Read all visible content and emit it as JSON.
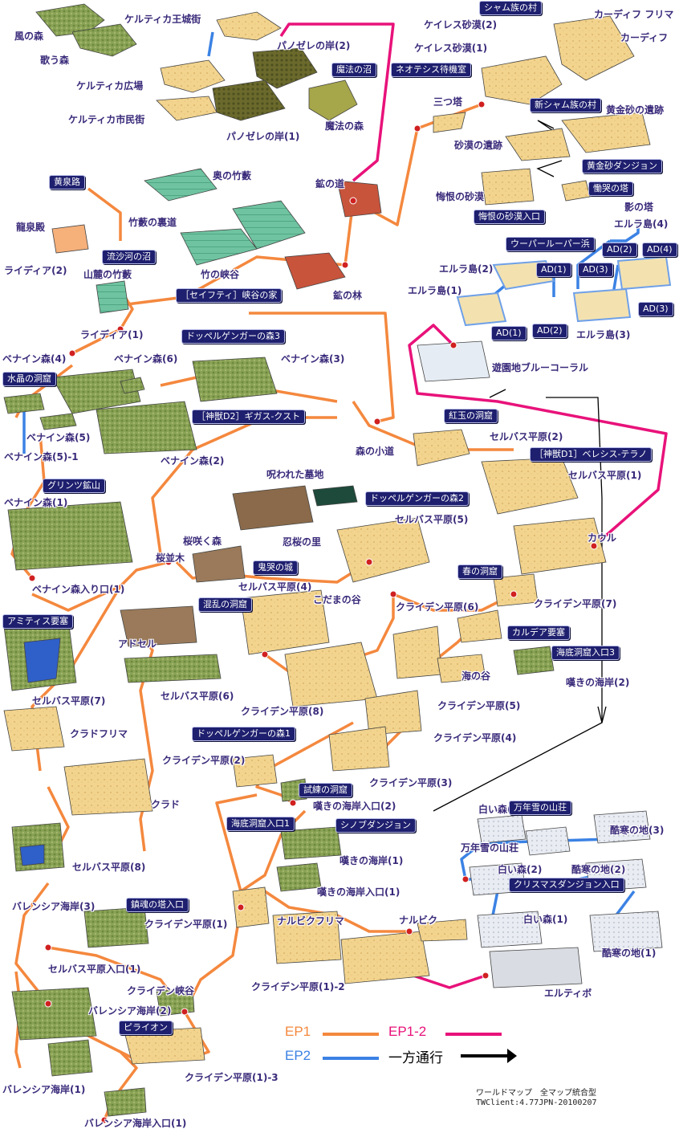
{
  "colors": {
    "ep1": "#f4883e",
    "ep12": "#e8127a",
    "ep2": "#3b82e4",
    "oneway": "#000000",
    "forest": "#8aa256",
    "forestDark": "#5e7a34",
    "sand": "#f2d48e",
    "sandDark": "#c9a25a",
    "bamboo": "#6fc3a0",
    "red": "#c8543c",
    "snow": "#e2e6ee",
    "island": "#f3e2b0",
    "water": "#3a6fd0"
  },
  "labels": {
    "a1": "風の森",
    "a2": "歌う森",
    "a3": "ケルティカ王城街",
    "a4": "ケルティカ広場",
    "a5": "ケルティカ市民街",
    "a6": "パノゼレの岸(2)",
    "a7": "パノゼレの岸(1)",
    "a8": "魔法の森",
    "a9": "ケイレス砂漠(2)",
    "a10": "ケイレス砂漠(1)",
    "a11": "カーディフ フリマ",
    "a12": "カーディフ",
    "a13": "三つ塔",
    "a14": "砂漠の遺跡",
    "a15": "黄金砂の遺跡",
    "a16": "悔恨の砂漠",
    "a17": "影の塔",
    "a18": "エルラ島(4)",
    "a19": "奥の竹藪",
    "a20": "竹藪の裏道",
    "a21": "龍泉殿",
    "a22": "山麓の竹藪",
    "a23": "竹の峡谷",
    "a24": "鉱の道",
    "a25": "鉱の林",
    "a26": "ライディア(2)",
    "a27": "ライディア(1)",
    "a28": "エルラ島(2)",
    "a29": "エルラ島(1)",
    "a30": "エルラ島(3)",
    "a31": "遊園地ブルーコーラル",
    "a32": "ベナイン森(4)",
    "a33": "ベナイン森(6)",
    "a34": "ベナイン森(3)",
    "a35": "ベナイン森(5)",
    "a36": "ベナイン森(5)-1",
    "a37": "ベナイン森(2)",
    "a38": "森の小道",
    "a39": "セルバス平原(2)",
    "a40": "セルバス平原(1)",
    "a41": "ベナイン森(1)",
    "a42": "呪われた墓地",
    "a43": "セルバス平原(5)",
    "a44": "桜咲く森",
    "a45": "忍桜の里",
    "a46": "桜並木",
    "a47": "セルバス平原(4)",
    "a48": "カウル",
    "a49": "ベナイン森入り口(1)",
    "a50": "こだまの谷",
    "a51": "アドセル",
    "a52": "クライデン平原(6)",
    "a53": "クライデン平原(7)",
    "a54": "セルバス平原(6)",
    "a55": "海の谷",
    "a56": "嘆きの海岸(2)",
    "a57": "セルバス平原(7)",
    "a58": "クライデン平原(8)",
    "a59": "クライデン平原(5)",
    "a60": "クラドフリマ",
    "a61": "クライデン平原(4)",
    "a62": "クライデン平原(2)",
    "a63": "クライデン平原(3)",
    "a64": "クラド",
    "a65": "嘆きの海岸入口(2)",
    "a66": "白い森(3)",
    "a67": "酷寒の地(3)",
    "a68": "万年雪の山荘",
    "a69": "嘆きの海岸(1)",
    "a70": "セルバス平原(8)",
    "a71": "白い森(2)",
    "a72": "酷寒の地(2)",
    "a73": "嘆きの海岸入口(1)",
    "a74": "バレンシア海岸(3)",
    "a75": "クライデン平原(1)",
    "a76": "ナルビク",
    "a77": "ナルビクフリマ",
    "a78": "白い森(1)",
    "a79": "酷寒の地(1)",
    "a80": "セルバス平原入口(1)",
    "a81": "クライデン平原(1)-2",
    "a82": "エルティボ",
    "a83": "クライデン峡谷",
    "a84": "バレンシア海岸(2)",
    "a85": "クライデン平原(1)-3",
    "a86": "バレンシア海岸(1)",
    "a87": "バレンシア海岸入口(1)"
  },
  "boxes": {
    "b1": "シャム族の村",
    "b2": "魔法の沼",
    "b3": "ネオテシス待機室",
    "b4": "新シャム族の村",
    "b5": "黄金砂ダンジョン",
    "b6": "慟哭の塔",
    "b7": "悔恨の砂漠入口",
    "b8": "黄泉路",
    "b9": "流沙河の沼",
    "b10": "［セイフティ］峡谷の家",
    "b11": "ウーパールーパー浜",
    "b12": "AD(1)",
    "b13": "AD(3)",
    "b14": "AD(2)",
    "b15": "AD(4)",
    "b16": "AD(3)",
    "b17": "AD(1)",
    "b18": "AD(2)",
    "b19": "ドッペルゲンガーの森3",
    "b20": "水晶の洞窟",
    "b21": "［神獣D2］ギガス-クスト",
    "b22": "紅玉の洞窟",
    "b23": "［神獣D1］ベレシス-テラノ",
    "b24": "グリンツ鉱山",
    "b25": "ドッペルゲンガーの森2",
    "b26": "鬼哭の城",
    "b27": "春の洞窟",
    "b28": "混乱の洞窟",
    "b29": "アミティス要塞",
    "b30": "カルデア要塞",
    "b31": "海底洞窟入口3",
    "b32": "ドッペルゲンガーの森1",
    "b33": "試練の洞窟",
    "b34": "万年雪の山荘",
    "b35": "海底洞窟入口1",
    "b36": "シノブダンジョン",
    "b37": "クリスマスダンジョン入口",
    "b38": "鎮魂の塔入口",
    "b39": "ピライオン"
  },
  "legend": {
    "ep1": "EP1",
    "ep12": "EP1-2",
    "ep2": "EP2",
    "oneway": "一方通行"
  },
  "footer": {
    "line1": "ワールドマップ　全マップ統合型",
    "line2": "TWClient:4.77JPN-20100207"
  }
}
